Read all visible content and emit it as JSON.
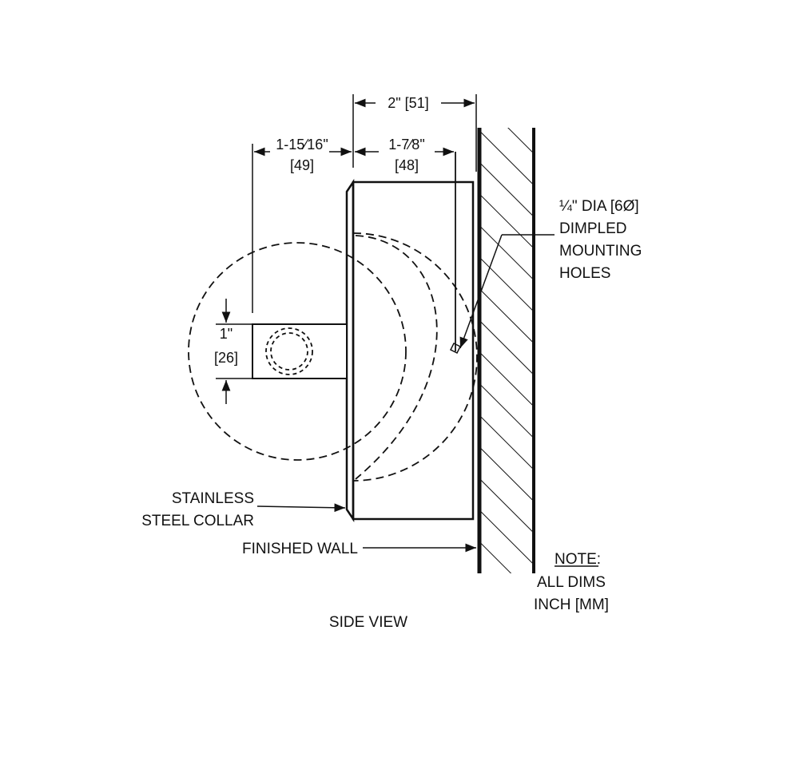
{
  "drawing": {
    "view_title": "SIDE VIEW",
    "dimensions": {
      "overall_depth": "2\" [51]",
      "arm_offset_in": "1-15⁄16\"",
      "arm_offset_mm": "[49]",
      "body_depth_in": "1-7⁄8\"",
      "body_depth_mm": "[48]",
      "arm_height_in": "1\"",
      "arm_height_mm": "[26]"
    },
    "callouts": {
      "mounting_holes_line1": "¼\" DIA [6Ø]",
      "mounting_holes_line2": "DIMPLED",
      "mounting_holes_line3": "MOUNTING",
      "mounting_holes_line4": "HOLES",
      "collar_line1": "STAINLESS",
      "collar_line2": "STEEL COLLAR",
      "wall": "FINISHED WALL"
    },
    "note": {
      "heading": "NOTE:",
      "line1": "ALL DIMS",
      "line2": "INCH [MM]"
    },
    "colors": {
      "line": "#111111",
      "background": "#ffffff"
    }
  }
}
